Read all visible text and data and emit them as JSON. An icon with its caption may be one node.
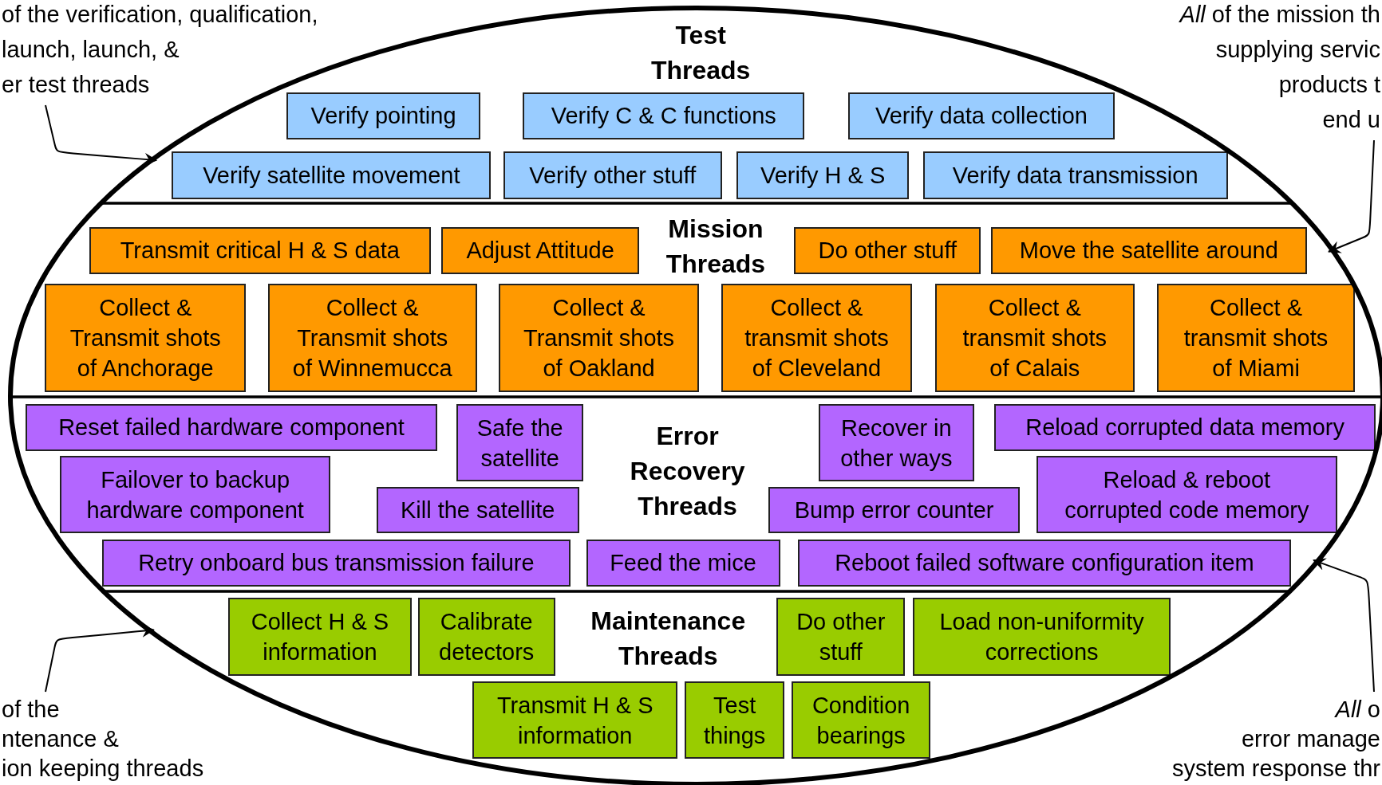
{
  "diagram": {
    "nodes": [
      {
        "text": [
          "Test Threads"
        ]
      },
      {
        "text": [
          "Verify pointing"
        ],
        "in": 0
      },
      {
        "text": [
          "Verify C & C functions"
        ],
        "in": 0
      },
      {
        "text": [
          "Verify data collection"
        ],
        "in": 0
      },
      {
        "text": [
          "Verify satellite movement"
        ],
        "in": 0
      },
      {
        "text": [
          "Verify other stuff"
        ],
        "in": 0
      },
      {
        "text": [
          "Verify H & S"
        ],
        "in": 0
      },
      {
        "text": [
          "Verify data transmission"
        ],
        "in": 0
      },
      {
        "text": [
          "Mission Threads"
        ]
      },
      {
        "text": [
          "Transmit critical H & S data"
        ],
        "in": 8
      },
      {
        "text": [
          "Adjust Attitude"
        ],
        "in": 8
      },
      {
        "text": [
          "Do other stuff"
        ],
        "in": 8
      },
      {
        "text": [
          "Move the satellite around"
        ],
        "in": 8
      },
      {
        "text": [
          "Collect & Transmit shots of Anchorage"
        ],
        "in": 8
      },
      {
        "text": [
          "Collect & Transmit shots of Winnemucca"
        ],
        "in": 8
      },
      {
        "text": [
          "Collect & Transmit shots of Oakland"
        ],
        "in": 8
      },
      {
        "text": [
          "Collect & transmit shots of Cleveland"
        ],
        "in": 8
      },
      {
        "text": [
          "Collect & transmit shots of Calais"
        ],
        "in": 8
      },
      {
        "text": [
          "Collect & transmit shots of Miami"
        ],
        "in": 8
      },
      {
        "text": [
          "Error Recovery Threads"
        ]
      },
      {
        "text": [
          "Reset failed hardware component"
        ],
        "in": 19
      },
      {
        "text": [
          "Safe the satellite"
        ],
        "in": 19
      },
      {
        "text": [
          "Recover in other ways"
        ],
        "in": 19
      },
      {
        "text": [
          "Reload corrupted data memory"
        ],
        "in": 19
      },
      {
        "text": [
          "Failover to backup hardware component"
        ],
        "in": 19
      },
      {
        "text": [
          "Kill the satellite"
        ],
        "in": 19
      },
      {
        "text": [
          "Bump error counter"
        ],
        "in": 19
      },
      {
        "text": [
          "Reload & reboot corrupted code memory"
        ],
        "in": 19
      },
      {
        "text": [
          "Retry onboard bus transmission failure"
        ],
        "in": 19
      },
      {
        "text": [
          "Feed the mice"
        ],
        "in": 19
      },
      {
        "text": [
          "Reboot failed software configuration item"
        ],
        "in": 19
      },
      {
        "text": [
          "Maintenance Threads"
        ]
      },
      {
        "text": [
          "Collect H & S information"
        ],
        "in": 31
      },
      {
        "text": [
          "Calibrate detectors"
        ],
        "in": 31
      },
      {
        "text": [
          "Do other stuff"
        ],
        "in": 31
      },
      {
        "text": [
          "Load non-uniformity corrections"
        ],
        "in": 31
      },
      {
        "text": [
          "Transmit H & S information"
        ],
        "in": 31
      },
      {
        "text": [
          "Test things"
        ],
        "in": 31
      },
      {
        "text": [
          "Condition bearings"
        ],
        "in": 31
      },
      {
        "text": [
          "of the verification, qualification,",
          "launch, launch, &",
          "er test threads"
        ]
      },
      {
        "text": [
          "*All* of the mission th",
          "supplying servic",
          "products t",
          "end u"
        ]
      },
      {
        "text": [
          "of the",
          "ntenance &",
          "ion keeping threads"
        ]
      },
      {
        "text": [
          "*All* o",
          "error manage",
          "system response thr"
        ]
      }
    ],
    "edges": [
      {
        "from": 39,
        "to": 0,
        "arrow": "to"
      },
      {
        "from": 40,
        "to": 8,
        "arrow": "to"
      },
      {
        "from": 41,
        "to": 31,
        "arrow": "to"
      },
      {
        "from": 42,
        "to": 19,
        "arrow": "to"
      }
    ]
  }
}
